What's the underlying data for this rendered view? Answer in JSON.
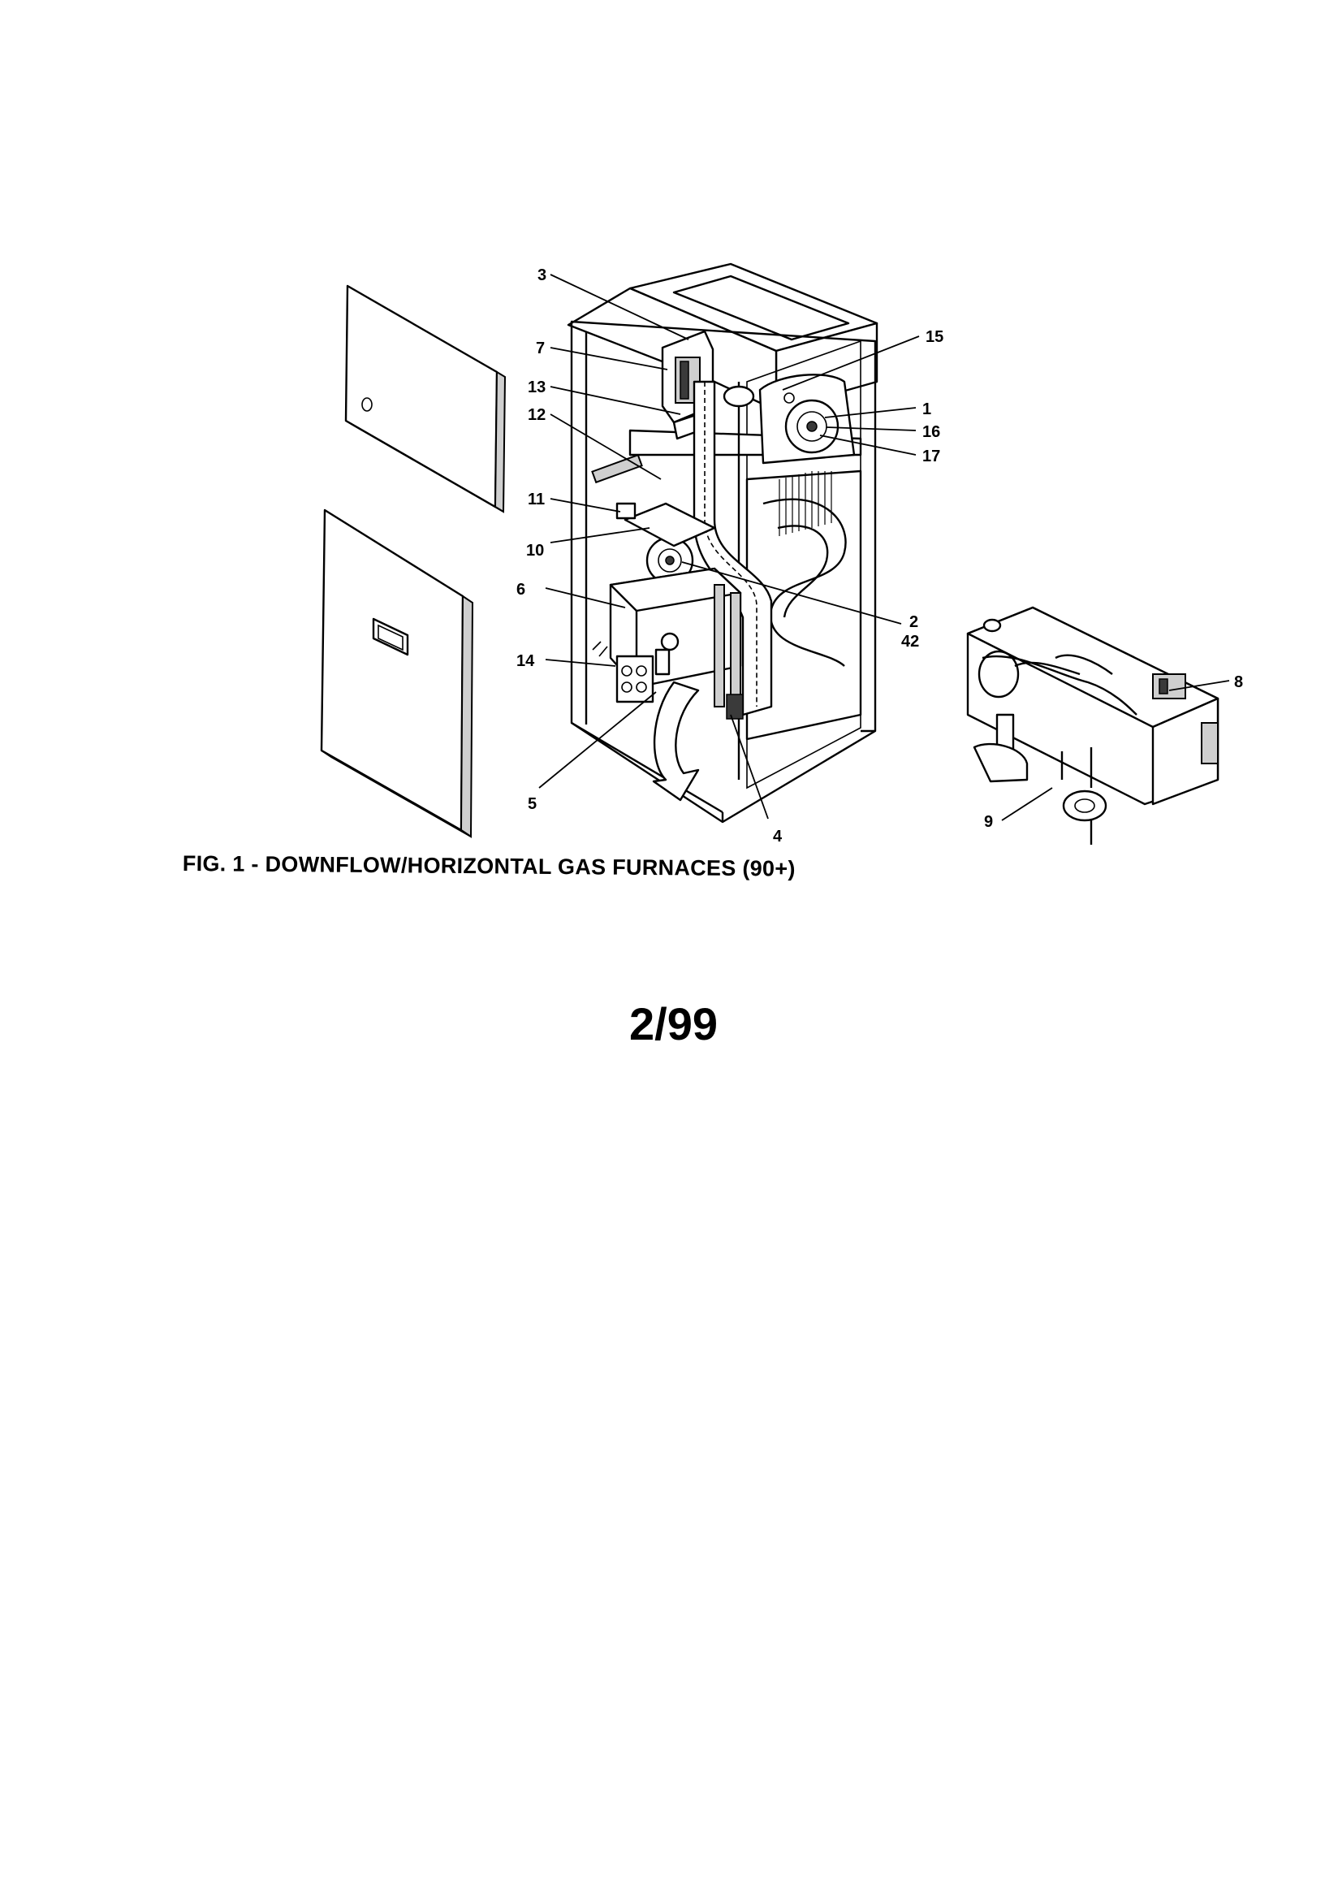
{
  "figure": {
    "caption": "FIG. 1 - DOWNFLOW/HORIZONTAL GAS FURNACES (90+)",
    "date_code": "2/99"
  },
  "callouts": [
    "3",
    "7",
    "13",
    "12",
    "11",
    "10",
    "6",
    "14",
    "5",
    "4",
    "15",
    "1",
    "16",
    "17",
    "2",
    "42",
    "8",
    "9"
  ]
}
